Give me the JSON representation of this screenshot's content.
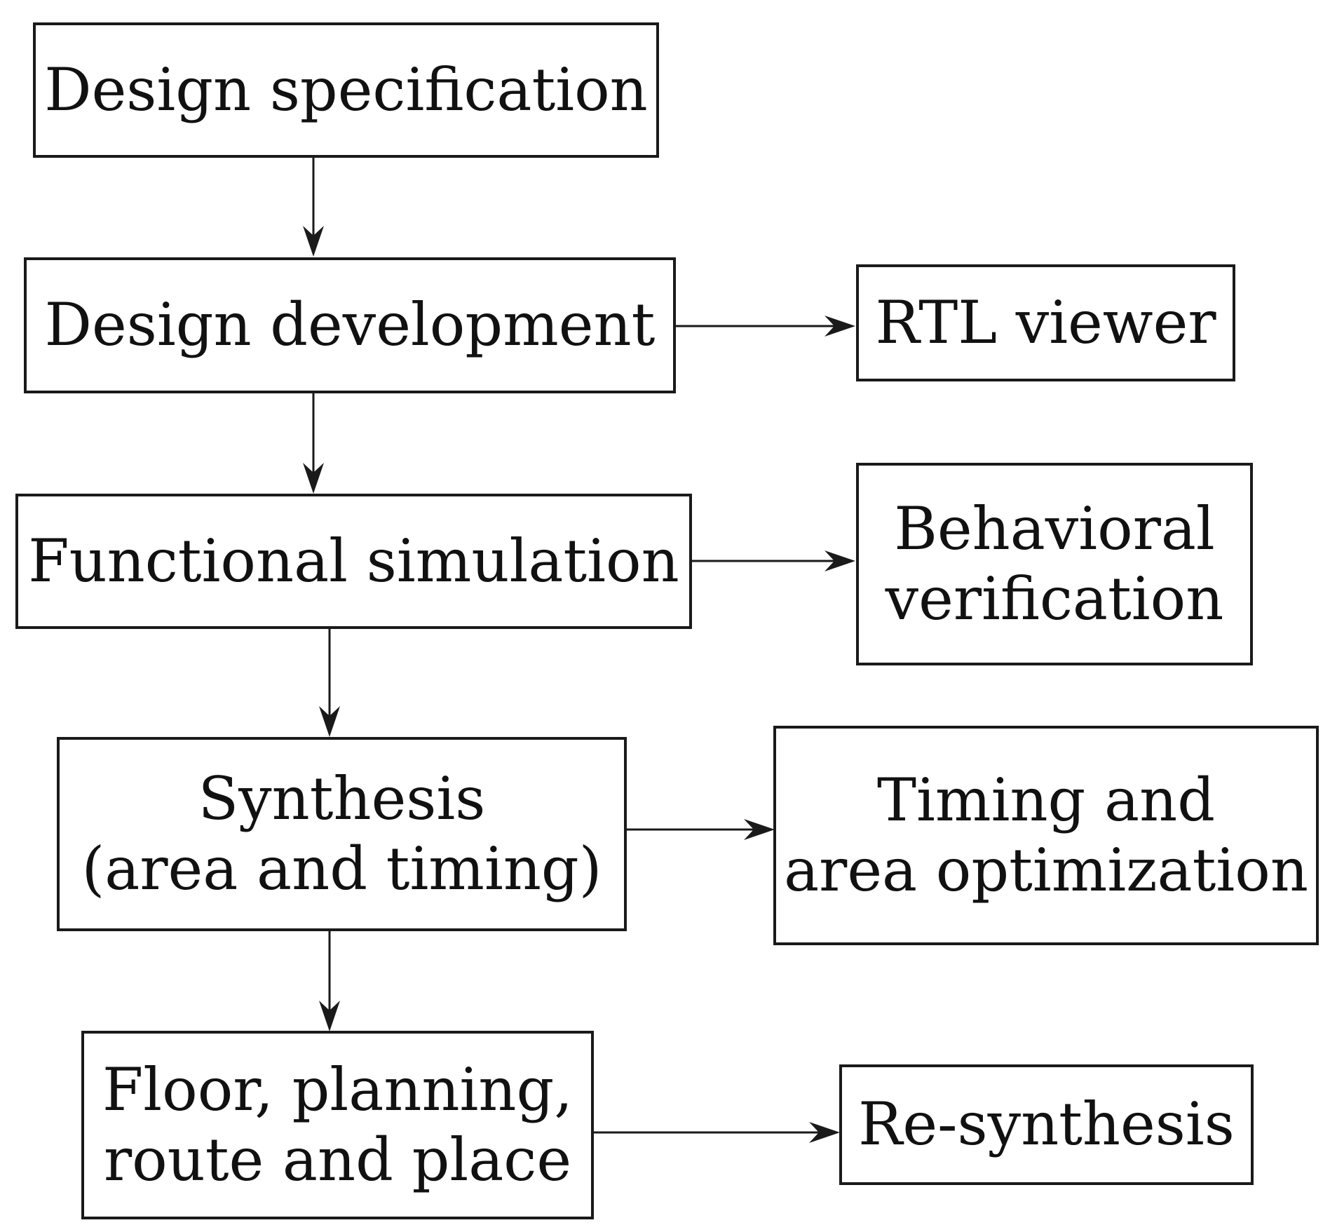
{
  "nodes": {
    "design_spec": {
      "lines": [
        "Design specification"
      ]
    },
    "design_dev": {
      "lines": [
        "Design development"
      ]
    },
    "rtl_viewer": {
      "lines": [
        "RTL viewer"
      ]
    },
    "func_sim": {
      "lines": [
        "Functional simulation"
      ]
    },
    "behav_verif": {
      "lines": [
        "Behavioral",
        "verification"
      ]
    },
    "synthesis": {
      "lines": [
        "Synthesis",
        "(area and timing)"
      ]
    },
    "timing_area": {
      "lines": [
        "Timing and",
        "area optimization"
      ]
    },
    "floor_plan": {
      "lines": [
        "Floor, planning,",
        "route and place"
      ]
    },
    "resynthesis": {
      "lines": [
        "Re-synthesis"
      ]
    }
  },
  "edges": [
    {
      "from": "design_spec",
      "to": "design_dev"
    },
    {
      "from": "design_dev",
      "to": "rtl_viewer"
    },
    {
      "from": "design_dev",
      "to": "func_sim"
    },
    {
      "from": "func_sim",
      "to": "behav_verif"
    },
    {
      "from": "func_sim",
      "to": "synthesis"
    },
    {
      "from": "synthesis",
      "to": "timing_area"
    },
    {
      "from": "synthesis",
      "to": "floor_plan"
    },
    {
      "from": "floor_plan",
      "to": "resynthesis"
    }
  ]
}
